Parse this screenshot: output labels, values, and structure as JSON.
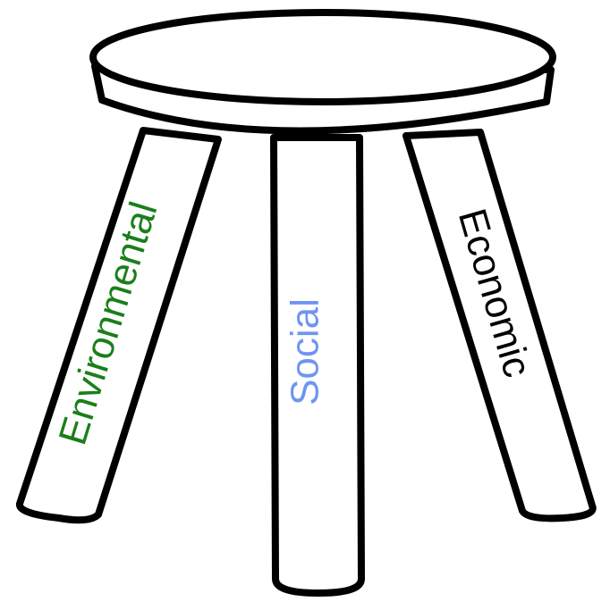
{
  "legs": {
    "environmental": {
      "label": "Environmental",
      "color": "#1a7f1a"
    },
    "social": {
      "label": "Social",
      "color": "#7094f0"
    },
    "economic": {
      "label": "Economic",
      "color": "#000000"
    }
  }
}
